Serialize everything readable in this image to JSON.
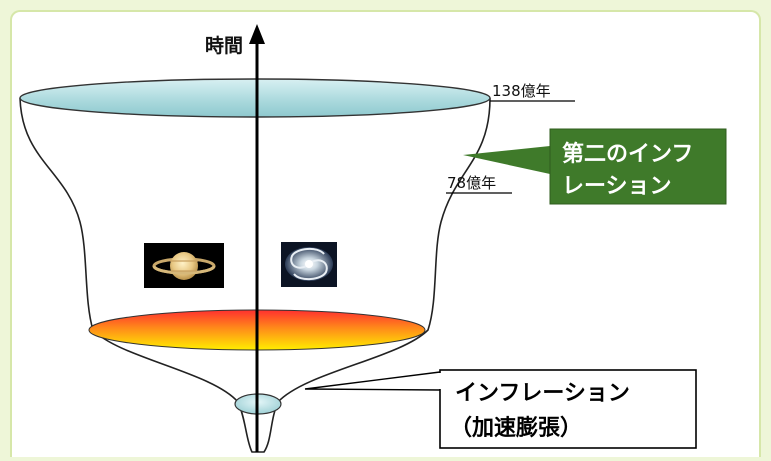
{
  "axis_label": "時間",
  "year_top": "138億年",
  "year_mid": "78億年",
  "callout_second": {
    "line1": "第二のインフ",
    "line2": "レーション"
  },
  "callout_inflation": {
    "line1": "インフレーション",
    "line2": "（加速膨張）"
  },
  "colors": {
    "callout_green": "#3f7a2a",
    "top_disc": "#a8d8dc",
    "bottom_disc_from": "#ff3a3a",
    "bottom_disc_to": "#ffee00"
  },
  "icons": [
    "saturn-icon",
    "galaxy-icon"
  ]
}
